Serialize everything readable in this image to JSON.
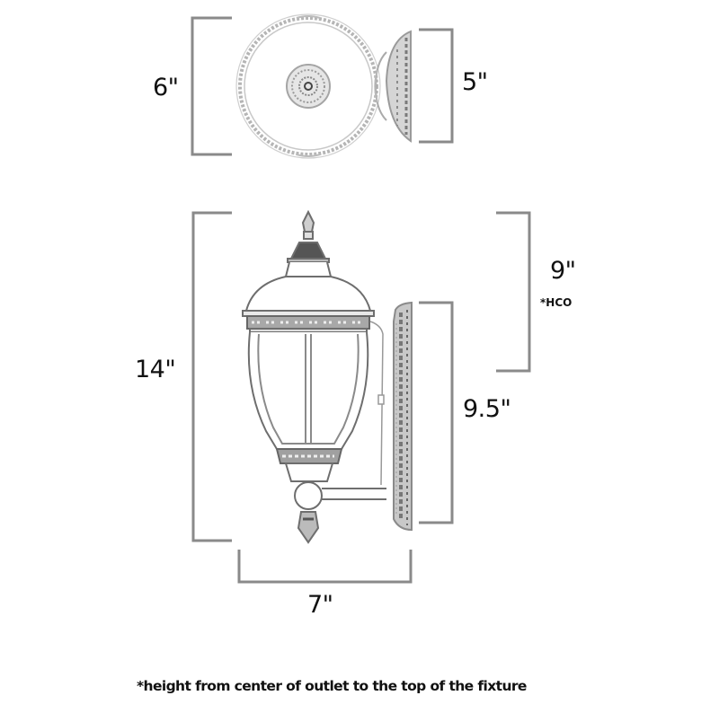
{
  "diagram": {
    "title": "Wall lantern dimension drawing",
    "views": {
      "top_view": {
        "width_label": "6\"",
        "backplate_width_label": "5\""
      },
      "front_view": {
        "height_label": "14\"",
        "hco_label": "9\"",
        "hco_sublabel": "*HCO",
        "backplate_height_label": "9.5\"",
        "extension_label": "7\""
      }
    },
    "footnote": "*height from center of outlet to the top of the fixture",
    "colors": {
      "line": "#8a8a8a",
      "text": "#111111",
      "fixture_stroke": "#6e6e6e",
      "ornament": "#9a9a9a"
    }
  }
}
